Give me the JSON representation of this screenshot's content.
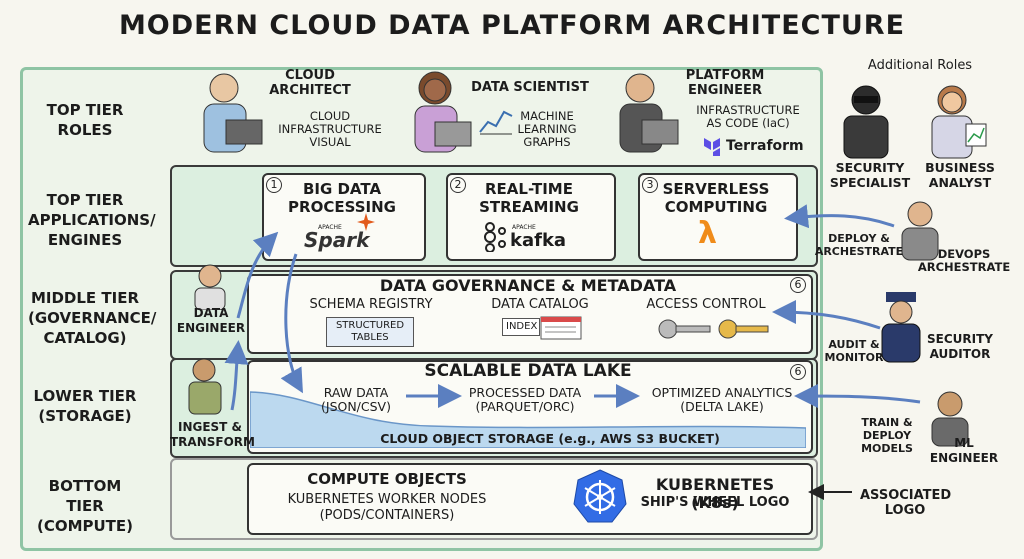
{
  "title": "MODERN CLOUD DATA PLATFORM ARCHITECTURE",
  "tiers": {
    "top_roles": "TOP TIER ROLES",
    "top_apps": "TOP TIER APPLICATIONS/ ENGINES",
    "middle": "MIDDLE TIER (GOVERNANCE/ CATALOG)",
    "lower": "LOWER TIER (STORAGE)",
    "bottom": "BOTTOM TIER (COMPUTE)"
  },
  "roles": {
    "cloud_architect": {
      "title": "CLOUD ARCHITECT",
      "sub": "CLOUD INFRASTRUCTURE VISUAL"
    },
    "data_scientist": {
      "title": "DATA SCIENTIST",
      "sub": "MACHINE LEARNING GRAPHS"
    },
    "platform_engineer": {
      "title": "PLATFORM ENGINEER",
      "sub": "INFRASTRUCTURE AS CODE (IaC)",
      "logo": "Terraform"
    }
  },
  "additional": {
    "heading": "Additional Roles",
    "security_specialist": "SECURITY SPECIALIST",
    "business_analyst": "BUSINESS ANALYST",
    "devops": "DEVOPS ARCHESTRATE",
    "devops_arrow": "DEPLOY & ARCHESTRATE",
    "security_auditor": "SECURITY AUDITOR",
    "auditor_arrow": "AUDIT & MONITOR",
    "ml_engineer": "ML ENGINEER",
    "ml_arrow": "TRAIN & DEPLOY MODELS",
    "associated_logo": "ASSOCIATED LOGO"
  },
  "apps": [
    {
      "num": "1",
      "title": "BIG DATA PROCESSING",
      "logo_small": "APACHE",
      "logo": "Spark"
    },
    {
      "num": "2",
      "title": "REAL-TIME STREAMING",
      "logo_small": "APACHE",
      "logo": "kafka"
    },
    {
      "num": "3",
      "title": "SERVERLESS COMPUTING",
      "logo": "λ"
    }
  ],
  "governance": {
    "num": "6",
    "title": "DATA GOVERNANCE & METADATA",
    "schema": "SCHEMA REGISTRY",
    "schema_tag": "STRUCTURED TABLES",
    "catalog": "DATA CATALOG",
    "catalog_tag": "INDEX",
    "access": "ACCESS CONTROL",
    "engineer": "DATA ENGINEER"
  },
  "lake": {
    "num": "6",
    "title": "SCALABLE DATA LAKE",
    "raw": "RAW DATA (JSON/CSV)",
    "processed": "PROCESSED DATA (PARQUET/ORC)",
    "optimized": "OPTIMIZED ANALYTICS (DELTA LAKE)",
    "storage": "CLOUD OBJECT STORAGE (e.g., AWS S3 BUCKET)",
    "ingest": "INGEST & TRANSFORM"
  },
  "compute": {
    "title": "COMPUTE OBJECTS",
    "sub": "KUBERNETES WORKER NODES (PODS/CONTAINERS)",
    "k8s": "KUBERNETES (K8s)",
    "k8s_sub": "SHIP'S WHEEL LOGO"
  },
  "colors": {
    "border": "#8fc4a4",
    "band": "#dcefe0",
    "arrow": "#5b7fc0",
    "spark": "#e25a1c",
    "lambda": "#f08c1a",
    "k8s": "#326ce5",
    "terraform": "#5c4ee5"
  }
}
